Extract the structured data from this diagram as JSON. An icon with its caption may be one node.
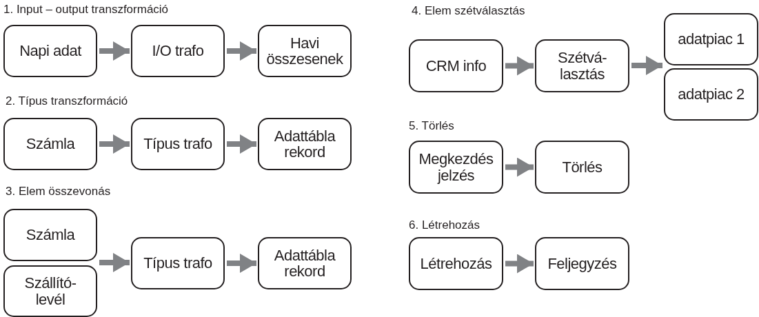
{
  "diagram": {
    "nodes": [
      {
        "text": [
          "Napi adat"
        ]
      },
      {
        "text": [
          "I/O trafo"
        ]
      },
      {
        "text": [
          "Havi összesenek"
        ]
      },
      {
        "text": [
          "Számla"
        ]
      },
      {
        "text": [
          "Típus trafo"
        ]
      },
      {
        "text": [
          "Adattábla rekord"
        ]
      },
      {
        "text": [
          "Számla"
        ]
      },
      {
        "text": [
          "Szállító- levél"
        ]
      },
      {
        "text": [
          "Típus trafo"
        ]
      },
      {
        "text": [
          "Adattábla rekord"
        ]
      },
      {
        "text": [
          "CRM info"
        ]
      },
      {
        "text": [
          "Szétvá- lasztás"
        ]
      },
      {
        "text": [
          "adatpiac 1"
        ]
      },
      {
        "text": [
          "adatpiac 2"
        ]
      },
      {
        "text": [
          "Megkezdés jelzés"
        ]
      },
      {
        "text": [
          "Törlés"
        ]
      },
      {
        "text": [
          "Létrehozás"
        ]
      },
      {
        "text": [
          "Feljegyzés"
        ]
      }
    ],
    "edges": [
      {
        "from": 0,
        "to": 1,
        "arrow": "to"
      },
      {
        "from": 1,
        "to": 2,
        "arrow": "to"
      },
      {
        "from": 3,
        "to": 4,
        "arrow": "to"
      },
      {
        "from": 4,
        "to": 5,
        "arrow": "to"
      },
      {
        "from": 6,
        "to": 8,
        "arrow": "to"
      },
      {
        "from": 7,
        "to": 8,
        "arrow": "to"
      },
      {
        "from": 8,
        "to": 9,
        "arrow": "to"
      },
      {
        "from": 10,
        "to": 11,
        "arrow": "to"
      },
      {
        "from": 11,
        "to": 12,
        "arrow": "to"
      },
      {
        "from": 11,
        "to": 13,
        "arrow": "to"
      },
      {
        "from": 14,
        "to": 15,
        "arrow": "to"
      },
      {
        "from": 16,
        "to": 17,
        "arrow": "to"
      }
    ],
    "labels": [
      "1. Input – output transzformáció",
      "2. Típus transzformáció",
      "3. Elem összevonás",
      "4. Elem szétválasztás",
      "5. Törlés",
      "6. Létrehozás"
    ]
  }
}
